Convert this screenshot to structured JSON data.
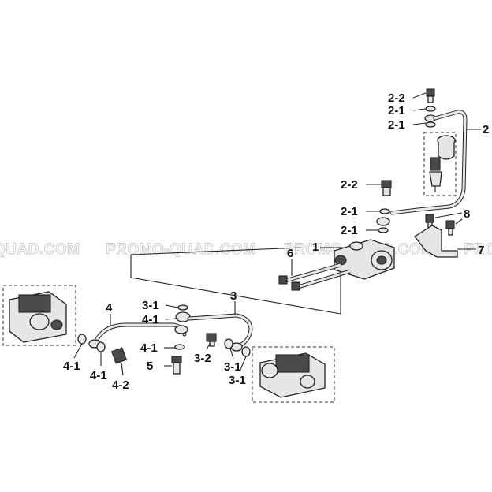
{
  "watermark": {
    "text": "PROMO-QUAD.COM",
    "text_partial": "QUAD.COM",
    "text_clip_right": "PROMO-QUAD.COM"
  },
  "callouts": {
    "c_2_2_top": "2-2",
    "c_2_1_top_a": "2-1",
    "c_2_1_top_b": "2-1",
    "c_2": "2",
    "c_2_2_mid": "2-2",
    "c_2_1_mid_a": "2-1",
    "c_2_1_mid_b": "2-1",
    "c_8": "8",
    "c_1": "1",
    "c_6": "6",
    "c_7": "7",
    "c_3": "3",
    "c_4": "4",
    "c_3_1_a": "3-1",
    "c_4_1_a": "4-1",
    "c_4_1_b": "4-1",
    "c_5": "5",
    "c_3_2": "3-2",
    "c_3_1_b": "3-1",
    "c_3_1_c": "3-1",
    "c_4_1_c": "4-1",
    "c_4_1_d": "4-1",
    "c_4_2": "4-2"
  }
}
